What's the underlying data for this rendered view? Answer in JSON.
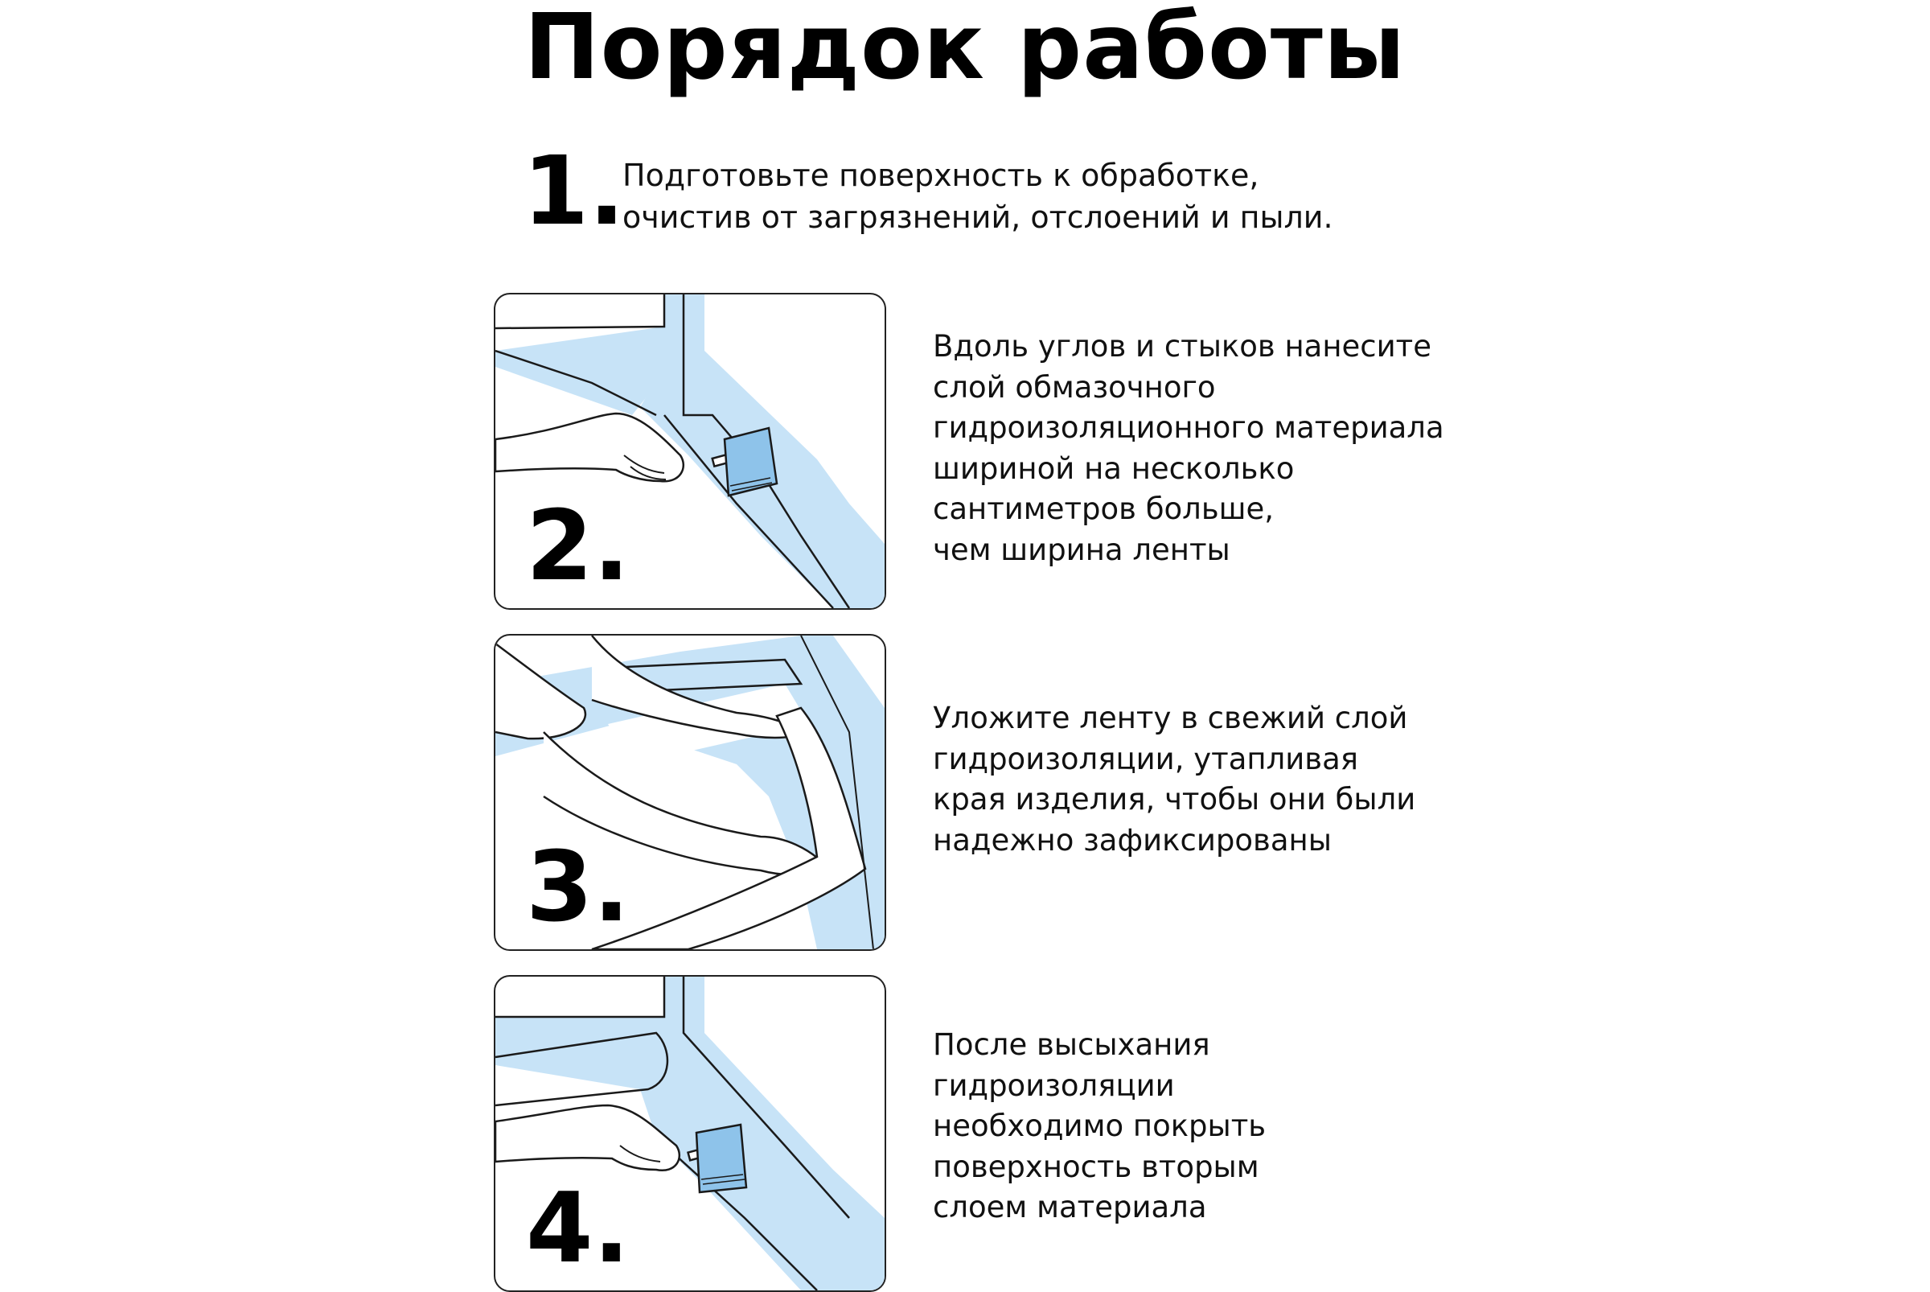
{
  "title": "Порядок работы",
  "colors": {
    "accent": "#c7e3f7",
    "tool": "#8ec3ea",
    "ink": "#1a1a1a"
  },
  "steps": [
    {
      "number": "1.",
      "text": "Подготовьте поверхность к обработке,\nочистив от загрязнений, отслоений и пыли."
    },
    {
      "number": "2.",
      "text": "Вдоль углов и стыков нанесите\nслой обмазочного\nгидроизоляционного материала\nшириной на несколько\nсантиметров больше,\nчем ширина ленты",
      "icon": "brush-applying-coating-illustration"
    },
    {
      "number": "3.",
      "text": "Уложите ленту в свежий слой\nгидроизоляции, утапливая\nкрая изделия, чтобы они были\nнадежно зафиксированы",
      "icon": "hands-laying-tape-illustration"
    },
    {
      "number": "4.",
      "text": "После высыхания\nгидроизоляции\nнеобходимо покрыть\nповерхность вторым\nслоем материала",
      "icon": "brush-second-coat-illustration"
    }
  ]
}
